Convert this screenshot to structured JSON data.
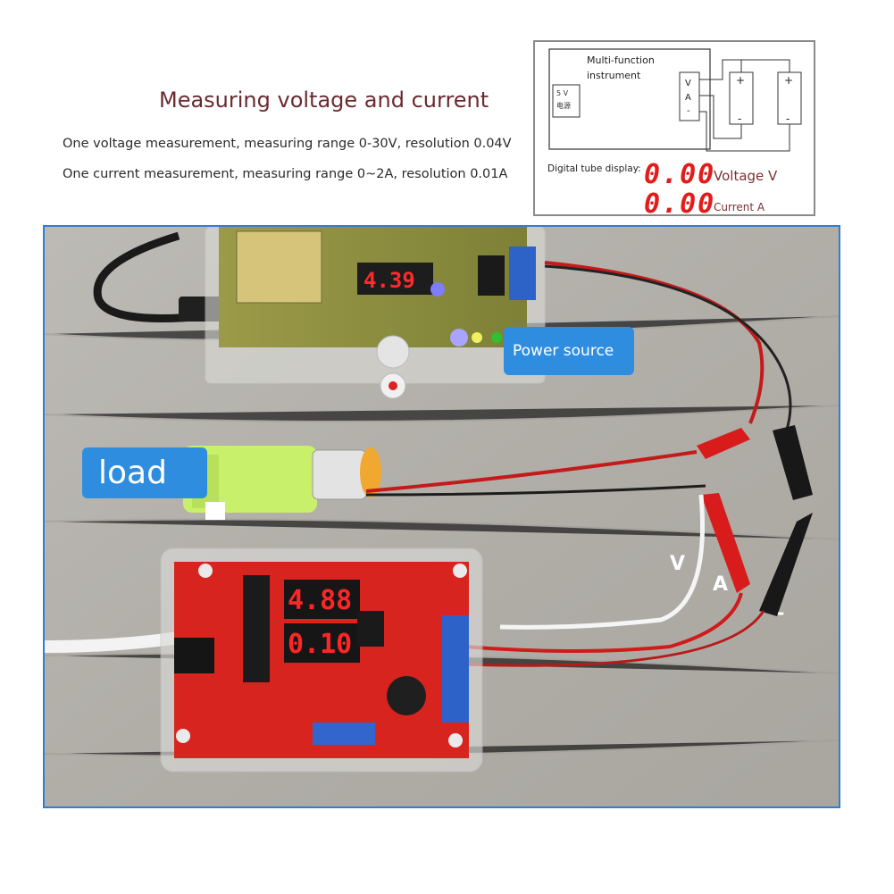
{
  "header": {
    "title": "Measuring voltage and current",
    "spec_voltage": "One voltage measurement, measuring range 0-30V, resolution 0.04V",
    "spec_current": "One current measurement, measuring range 0~2A, resolution 0.01A"
  },
  "diagram": {
    "instrument_label_line1": "Multi-function",
    "instrument_label_line2": "instrument",
    "supply_label_line1": "5 V",
    "supply_label_line2": "电源",
    "meter_v": "V",
    "meter_a": "A",
    "meter_minus": "-",
    "plus": "+",
    "minus": "-",
    "display_caption": "Digital tube display:",
    "voltage_reading": "0.00",
    "voltage_unit": "Voltage V",
    "current_reading": "0.00",
    "current_unit": "Current A"
  },
  "photo": {
    "power_source_label": "Power source",
    "load_label": "load",
    "label_v": "V",
    "label_a": "A",
    "label_minus": "-",
    "supply_display": "4.39",
    "meter_display_top": "4.88",
    "meter_display_bottom": "0.10"
  },
  "colors": {
    "title": "#6b2a2f",
    "callout": "#2f8de0",
    "frame": "#2f7fd6",
    "segment_red": "#e21b1b",
    "pcb_red": "#d8241e"
  }
}
